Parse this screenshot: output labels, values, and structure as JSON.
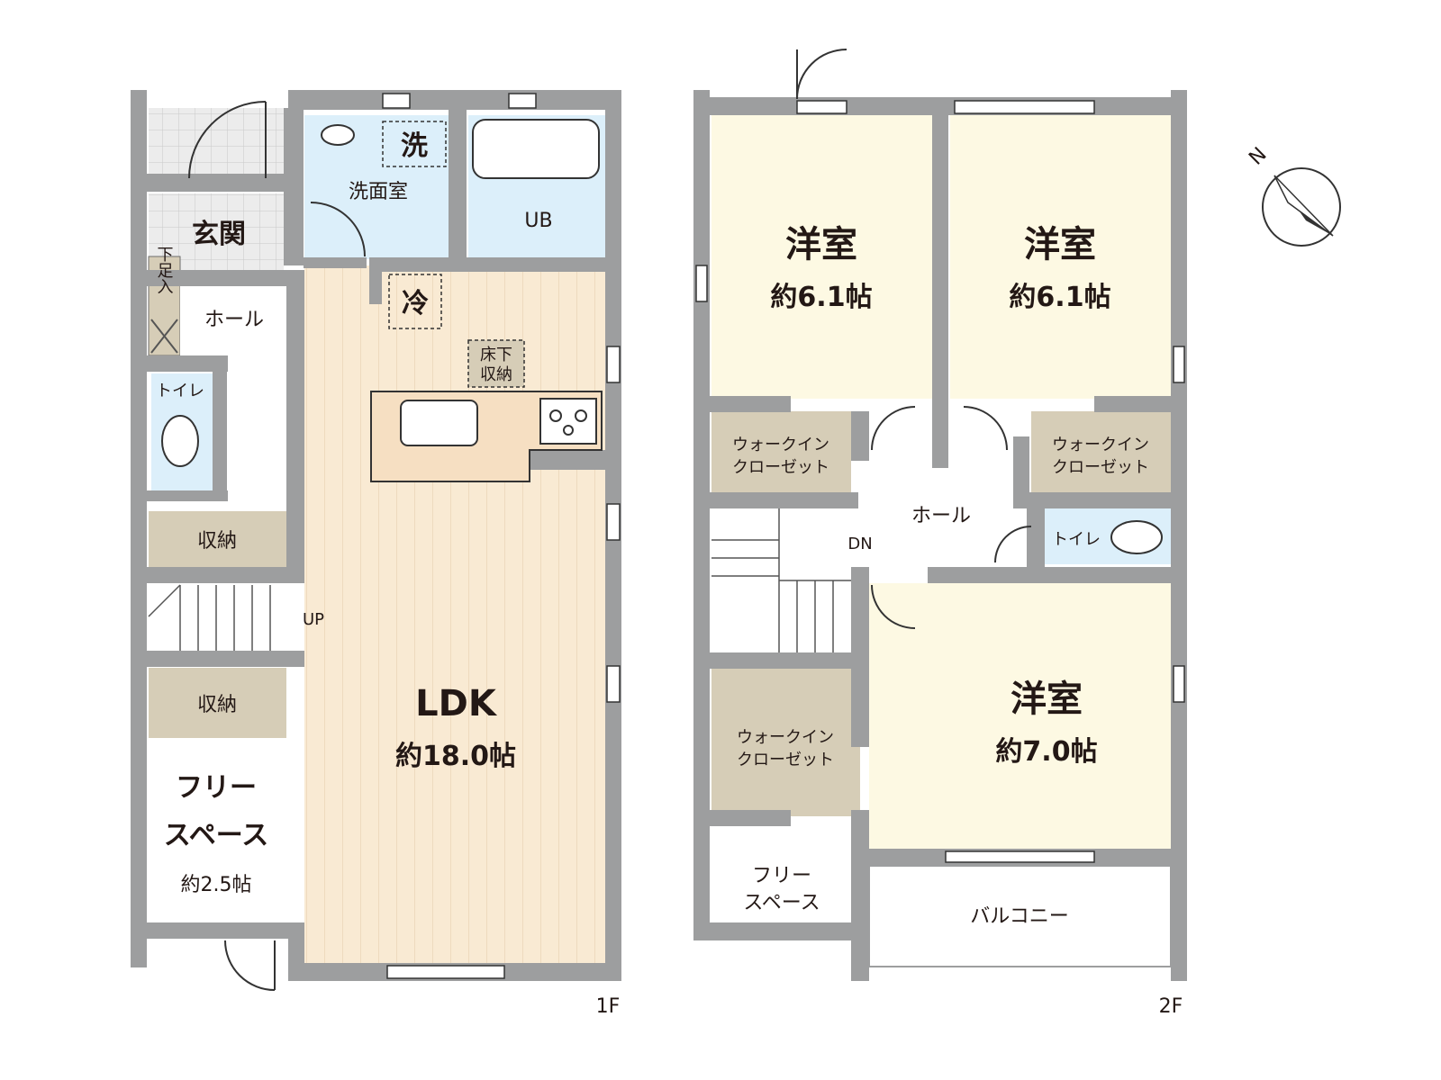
{
  "floor1": {
    "label": "1F",
    "rooms": {
      "genkan": "玄関",
      "shimo_ashi": "下足入",
      "hall": "ホール",
      "toilet": "トイレ",
      "storage_upper": "収納",
      "storage_lower": "収納",
      "stairs_up": "UP",
      "free_space_1": "フリー",
      "free_space_2": "スペース",
      "free_space_size": "約2.5帖",
      "washroom": "洗面室",
      "washer": "洗",
      "bath": "UB",
      "fridge": "冷",
      "underfloor_1": "床下",
      "underfloor_2": "収納",
      "ldk": "LDK",
      "ldk_size": "約18.0帖"
    }
  },
  "floor2": {
    "label": "2F",
    "rooms": {
      "room_nw": "洋室",
      "room_nw_size": "約6.1帖",
      "room_ne": "洋室",
      "room_ne_size": "約6.1帖",
      "wic_1a": "ウォークイン",
      "wic_1b": "クローゼット",
      "wic_2a": "ウォークイン",
      "wic_2b": "クローゼット",
      "wic_3a": "ウォークイン",
      "wic_3b": "クローゼット",
      "hall": "ホール",
      "toilet": "トイレ",
      "stairs_down": "DN",
      "room_s": "洋室",
      "room_s_size": "約7.0帖",
      "free_space_1": "フリー",
      "free_space_2": "スペース",
      "balcony": "バルコニー"
    }
  },
  "compass": {
    "north": "N"
  },
  "colors": {
    "wall": "#9d9e9f",
    "room": "#fdf9e3",
    "ldk": "#f9ead3",
    "wet": "#dceffa",
    "storage": "#d6cdb7",
    "entry": "#ececec"
  }
}
